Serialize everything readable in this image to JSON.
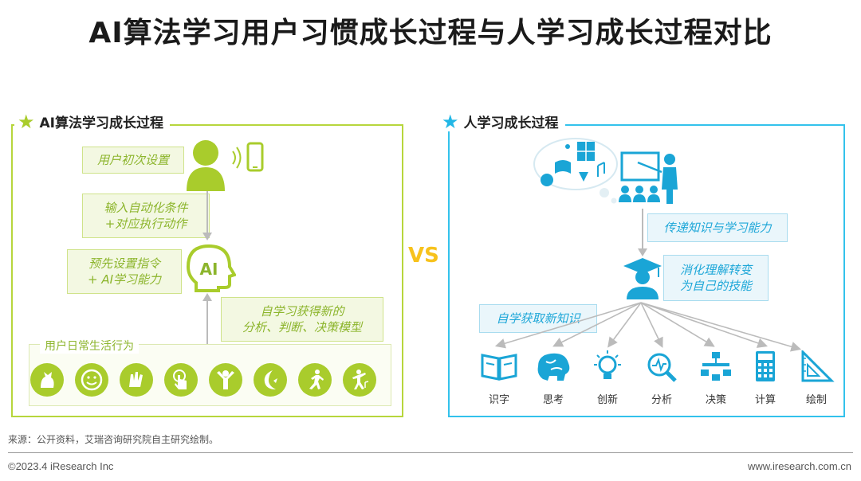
{
  "title": "AI算法学习用户习惯成长过程与人学习成长过程对比",
  "vs_label": "VS",
  "left": {
    "title": "AI算法学习成长过程",
    "steps": [
      "用户初次设置",
      "输入自动化条件\n+对应执行动作",
      "预先设置指令\n+ AI学习能力",
      "自学习获得新的\n分析、判断、决策模型"
    ],
    "ai_badge": "AI",
    "behaviors_label": "用户日常生活行为",
    "behavior_icons": [
      "cat-icon",
      "smile-icon",
      "clap-hands-icon",
      "touch-icon",
      "person-cheer-icon",
      "moon-icon",
      "running-icon",
      "dancing-icon"
    ],
    "color": "#b7d63c"
  },
  "right": {
    "title": "人学习成长过程",
    "steps": [
      "传递知识与学习能力",
      "消化理解转变\n为自己的技能",
      "自学获取新知识"
    ],
    "skills": [
      "识字",
      "思考",
      "创新",
      "分析",
      "决策",
      "计算",
      "绘制"
    ],
    "color": "#33c2ec"
  },
  "source": "来源：公开资料，艾瑞咨询研究院自主研究绘制。",
  "copyright": "©2023.4 iResearch Inc",
  "website": "www.iresearch.com.cn"
}
